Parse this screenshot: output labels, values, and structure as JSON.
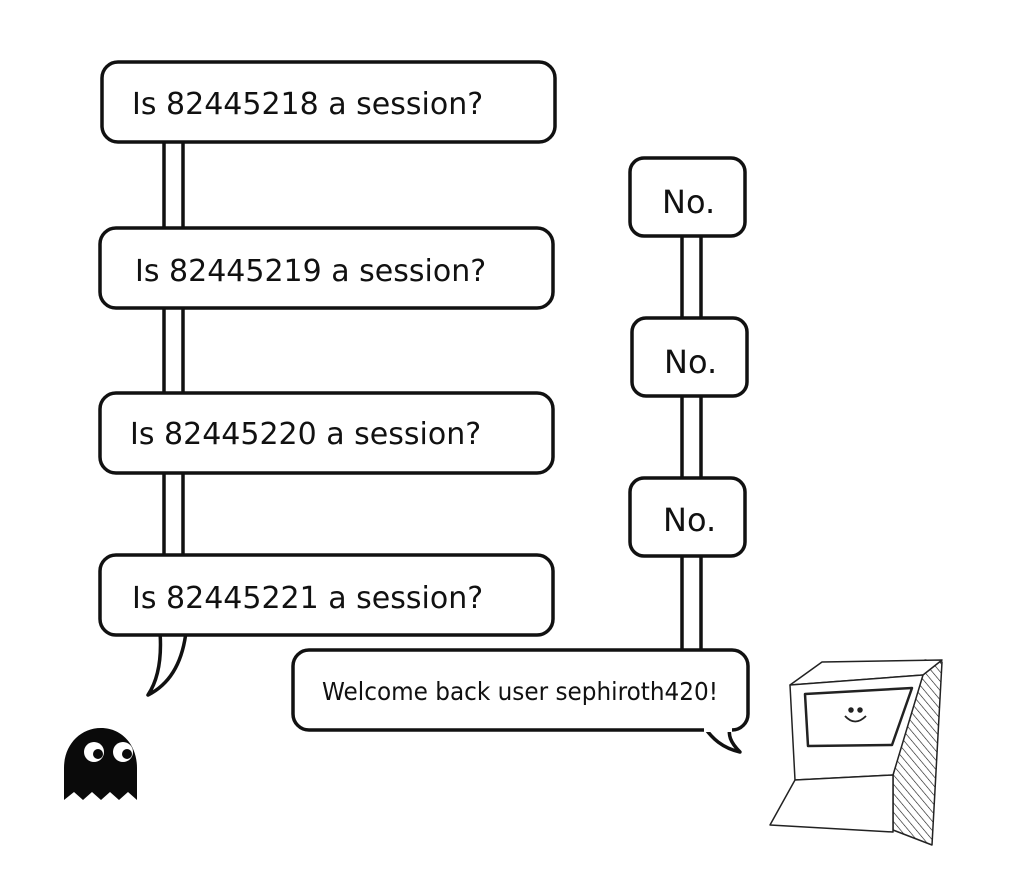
{
  "questions": [
    {
      "text": "Is 82445218 a session?"
    },
    {
      "text": "Is 82445219 a session?"
    },
    {
      "text": "Is 82445220 a session?"
    },
    {
      "text": "Is 82445221 a session?"
    }
  ],
  "answers": [
    {
      "text": "No."
    },
    {
      "text": "No."
    },
    {
      "text": "No."
    }
  ],
  "welcome": {
    "text": "Welcome back user sephiroth420!"
  },
  "colors": {
    "ink": "#111111",
    "background": "#ffffff"
  },
  "icons": {
    "attacker": "ghost-icon",
    "server": "computer-terminal-icon"
  }
}
